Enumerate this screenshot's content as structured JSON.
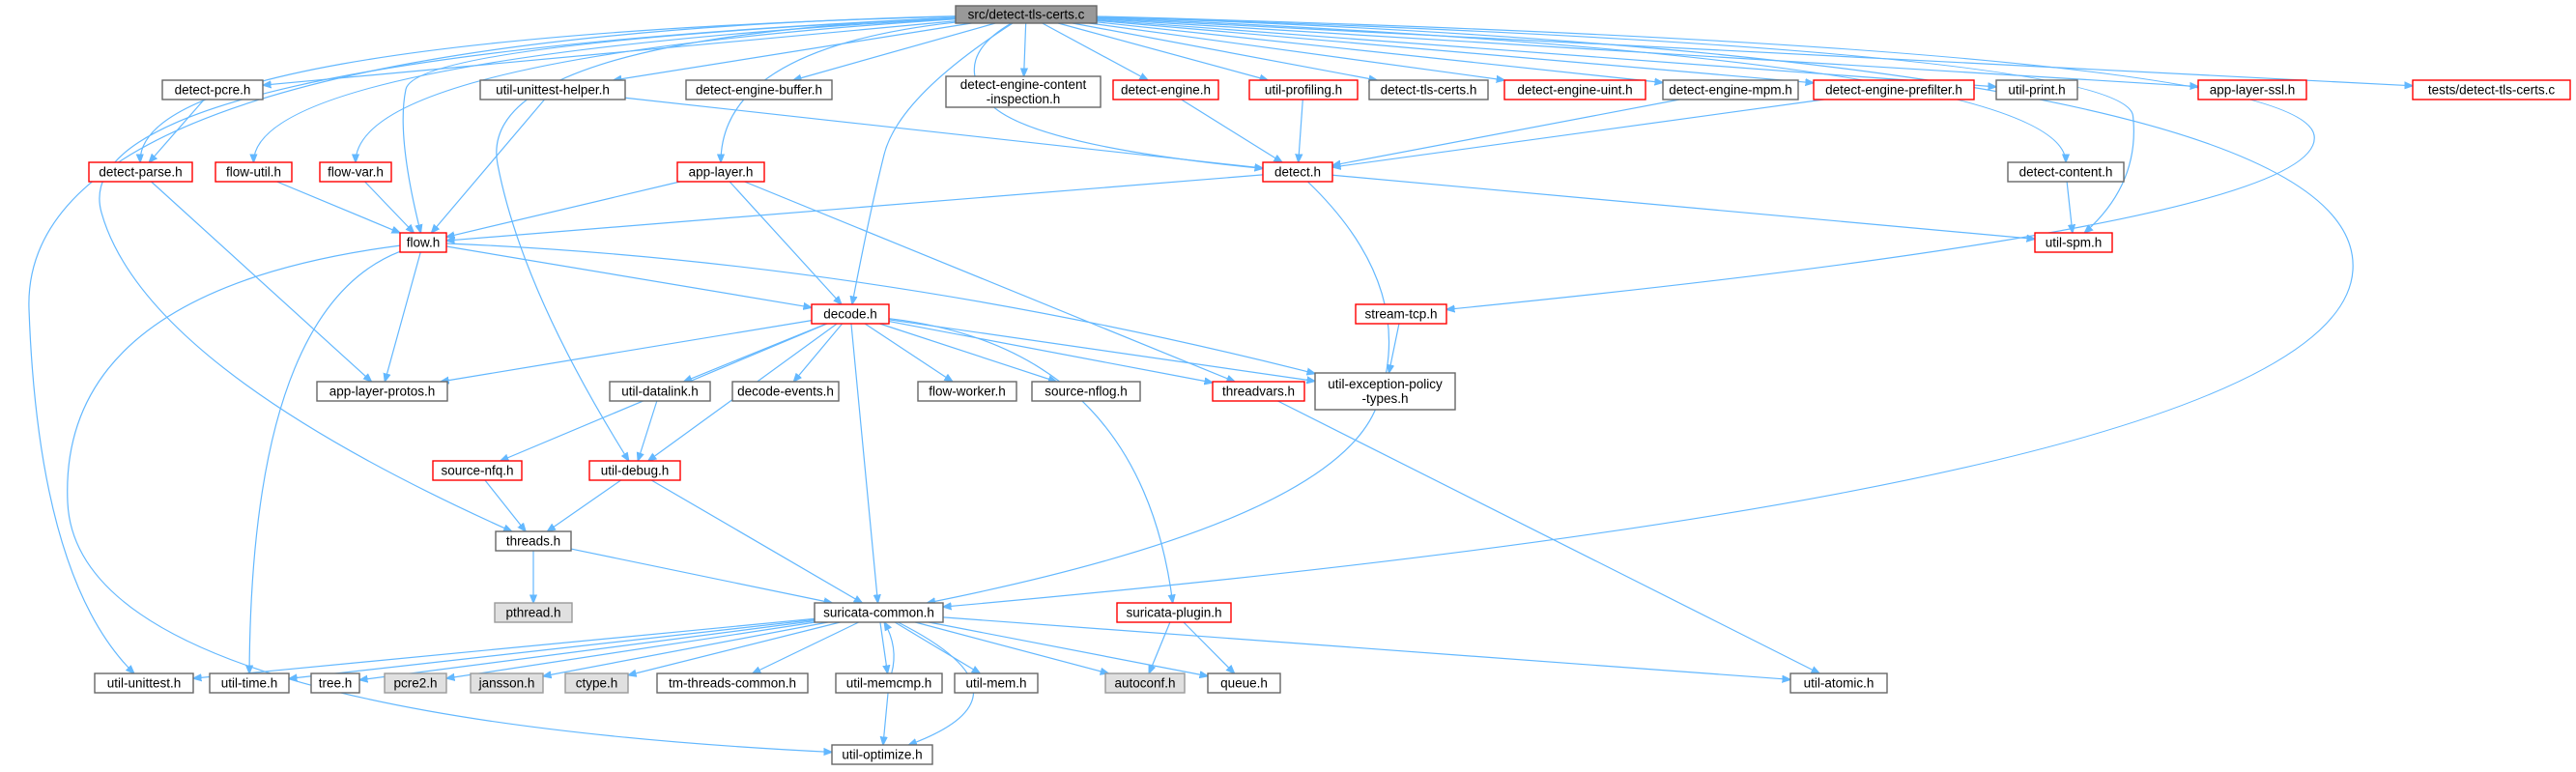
{
  "graph": {
    "edge_color": "#63b8ff",
    "colors": {
      "root_fill": "#999999",
      "red_border": "#ff0000",
      "normal_border": "#666666",
      "external_fill": "#e0e0e0",
      "external_border": "#999999"
    },
    "nodes": {
      "root": {
        "label": "src/detect-tls-certs.c",
        "kind": "root"
      },
      "detect_pcre": {
        "label": "detect-pcre.h",
        "kind": "normal"
      },
      "util_unittest_helper": {
        "label": "util-unittest-helper.h",
        "kind": "normal"
      },
      "detect_engine_buffer": {
        "label": "detect-engine-buffer.h",
        "kind": "normal"
      },
      "detect_engine_content": {
        "label": [
          "detect-engine-content",
          "-inspection.h"
        ],
        "kind": "normal"
      },
      "detect_engine": {
        "label": "detect-engine.h",
        "kind": "red"
      },
      "util_profiling": {
        "label": "util-profiling.h",
        "kind": "red"
      },
      "detect_tls_certs_h": {
        "label": "detect-tls-certs.h",
        "kind": "normal"
      },
      "detect_engine_uint": {
        "label": "detect-engine-uint.h",
        "kind": "red"
      },
      "detect_engine_mpm": {
        "label": "detect-engine-mpm.h",
        "kind": "normal"
      },
      "detect_engine_prefilter": {
        "label": "detect-engine-prefilter.h",
        "kind": "red"
      },
      "util_print": {
        "label": "util-print.h",
        "kind": "normal"
      },
      "app_layer_ssl": {
        "label": "app-layer-ssl.h",
        "kind": "red"
      },
      "tests_detect_tls_certs": {
        "label": "tests/detect-tls-certs.c",
        "kind": "red"
      },
      "detect_parse": {
        "label": "detect-parse.h",
        "kind": "red"
      },
      "flow_util": {
        "label": "flow-util.h",
        "kind": "red"
      },
      "flow_var": {
        "label": "flow-var.h",
        "kind": "red"
      },
      "app_layer": {
        "label": "app-layer.h",
        "kind": "red"
      },
      "detect_h": {
        "label": "detect.h",
        "kind": "red"
      },
      "detect_content": {
        "label": "detect-content.h",
        "kind": "normal"
      },
      "flow_h": {
        "label": "flow.h",
        "kind": "red"
      },
      "util_spm": {
        "label": "util-spm.h",
        "kind": "red"
      },
      "decode_h": {
        "label": "decode.h",
        "kind": "red"
      },
      "stream_tcp": {
        "label": "stream-tcp.h",
        "kind": "red"
      },
      "app_layer_protos": {
        "label": "app-layer-protos.h",
        "kind": "normal"
      },
      "util_datalink": {
        "label": "util-datalink.h",
        "kind": "normal"
      },
      "decode_events": {
        "label": "decode-events.h",
        "kind": "normal"
      },
      "flow_worker": {
        "label": "flow-worker.h",
        "kind": "normal"
      },
      "source_nflog": {
        "label": "source-nflog.h",
        "kind": "normal"
      },
      "threadvars": {
        "label": "threadvars.h",
        "kind": "red"
      },
      "util_exception_policy": {
        "label": [
          "util-exception-policy",
          "-types.h"
        ],
        "kind": "normal"
      },
      "source_nfq": {
        "label": "source-nfq.h",
        "kind": "red"
      },
      "util_debug": {
        "label": "util-debug.h",
        "kind": "red"
      },
      "threads_h": {
        "label": "threads.h",
        "kind": "normal"
      },
      "pthread": {
        "label": "pthread.h",
        "kind": "gray"
      },
      "suricata_common": {
        "label": "suricata-common.h",
        "kind": "normal"
      },
      "suricata_plugin": {
        "label": "suricata-plugin.h",
        "kind": "red"
      },
      "util_unittest": {
        "label": "util-unittest.h",
        "kind": "normal"
      },
      "util_time": {
        "label": "util-time.h",
        "kind": "normal"
      },
      "tree_h": {
        "label": "tree.h",
        "kind": "normal"
      },
      "pcre2": {
        "label": "pcre2.h",
        "kind": "gray"
      },
      "jansson": {
        "label": "jansson.h",
        "kind": "gray"
      },
      "ctype": {
        "label": "ctype.h",
        "kind": "gray"
      },
      "tm_threads_common": {
        "label": "tm-threads-common.h",
        "kind": "normal"
      },
      "util_memcmp": {
        "label": "util-memcmp.h",
        "kind": "normal"
      },
      "util_mem": {
        "label": "util-mem.h",
        "kind": "normal"
      },
      "autoconf": {
        "label": "autoconf.h",
        "kind": "gray"
      },
      "queue_h": {
        "label": "queue.h",
        "kind": "normal"
      },
      "util_atomic": {
        "label": "util-atomic.h",
        "kind": "normal"
      },
      "util_optimize": {
        "label": "util-optimize.h",
        "kind": "normal"
      }
    }
  }
}
